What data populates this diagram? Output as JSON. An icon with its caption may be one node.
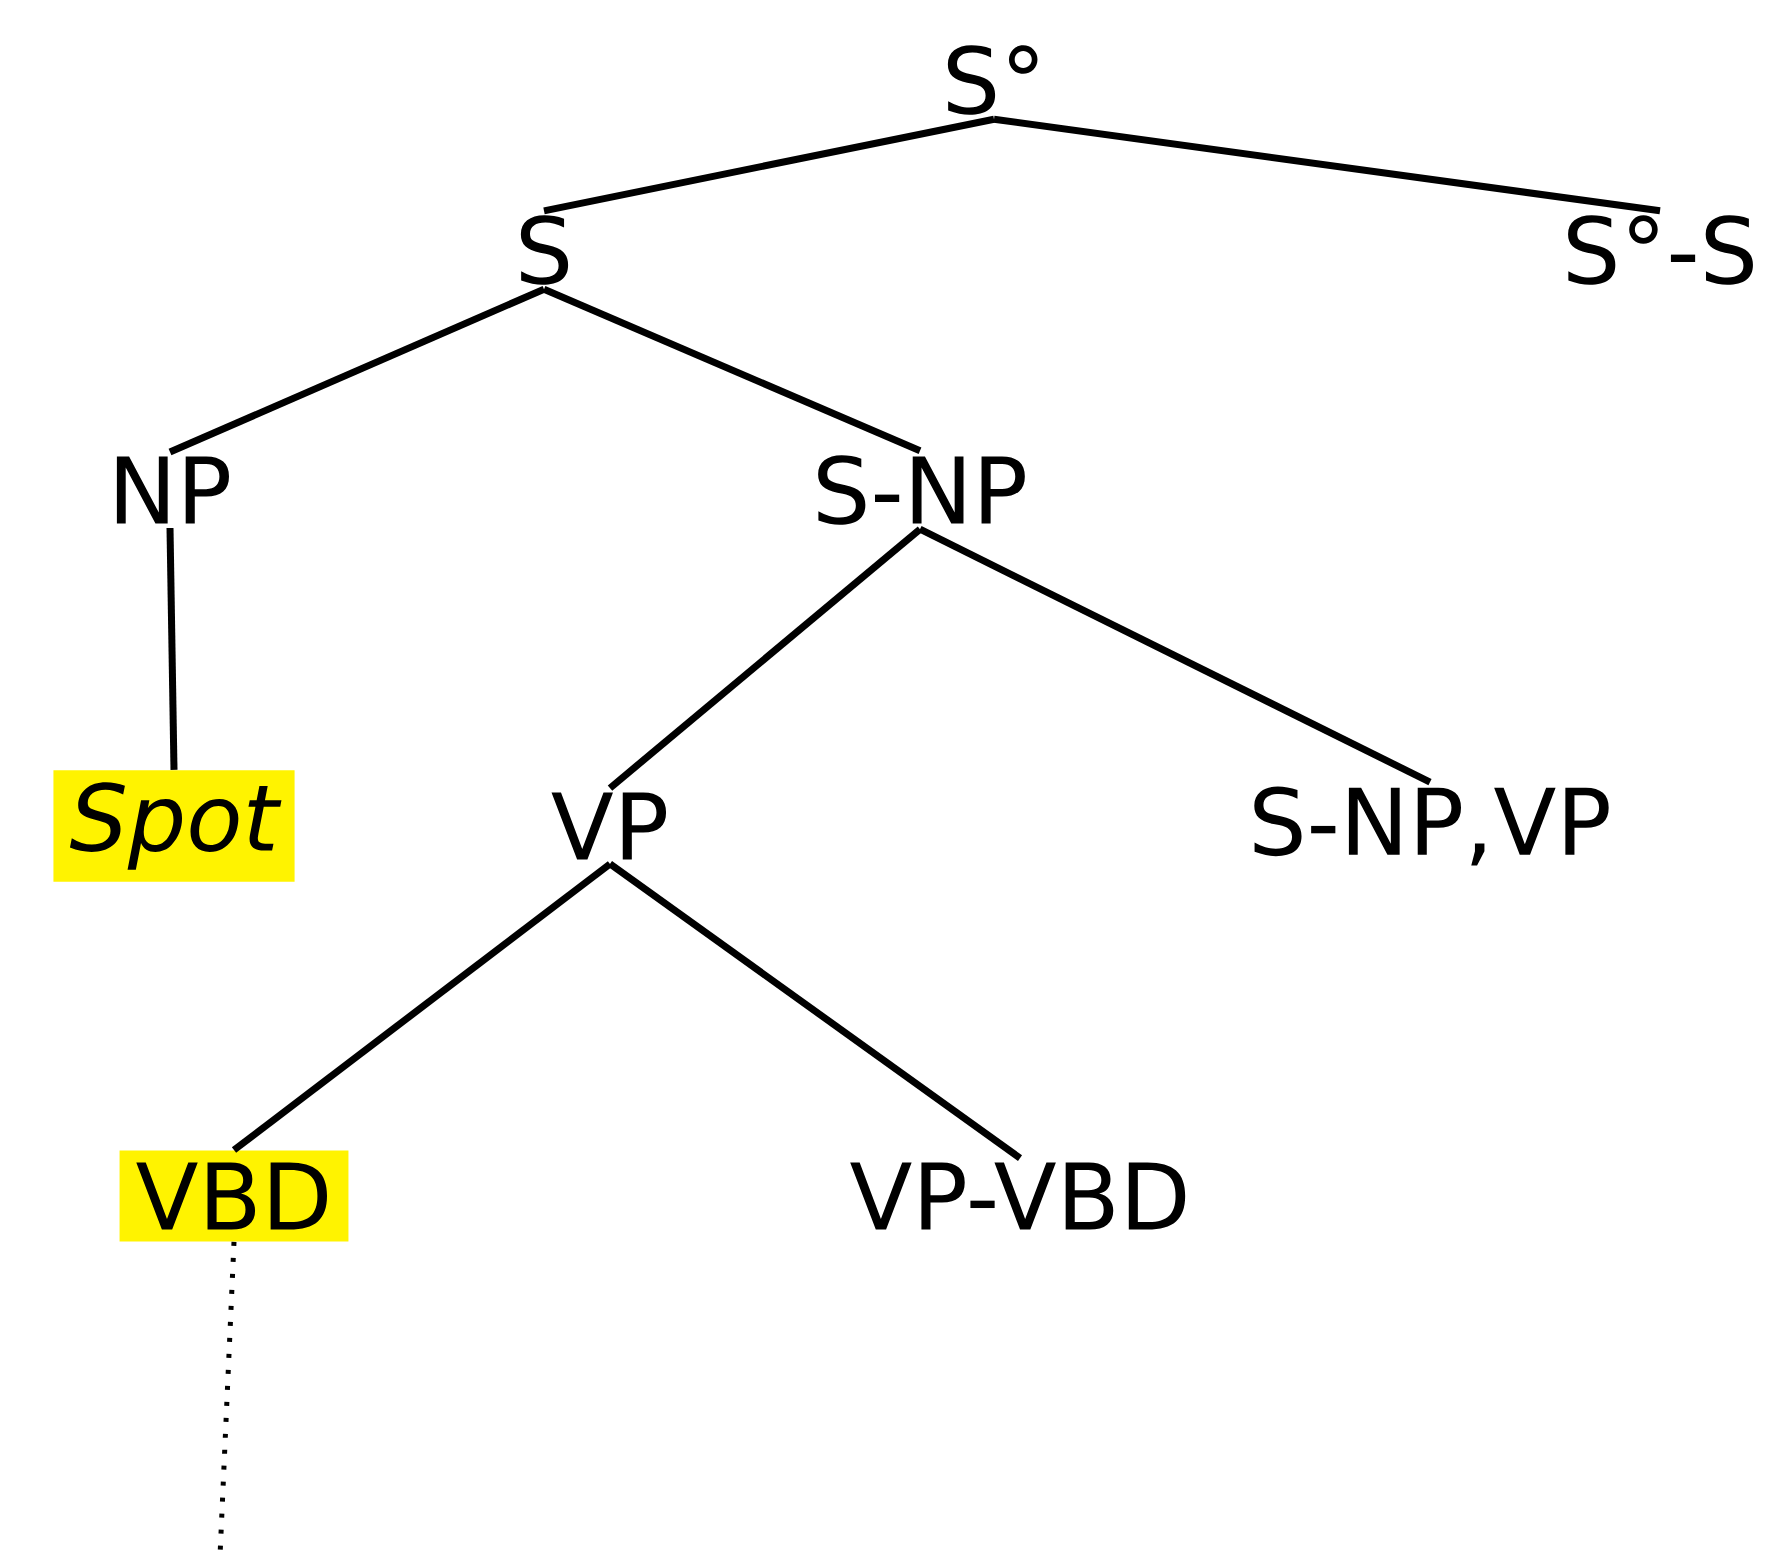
{
  "diagram": {
    "nodes": [
      {
        "text": [
          "S°"
        ]
      },
      {
        "text": [
          "S"
        ]
      },
      {
        "text": [
          "S°-S"
        ]
      },
      {
        "text": [
          "NP"
        ]
      },
      {
        "text": [
          "S-NP"
        ]
      },
      {
        "text": [
          "Spot"
        ]
      },
      {
        "text": [
          "VP"
        ]
      },
      {
        "text": [
          "S-NP,VP"
        ]
      },
      {
        "text": [
          "VBD"
        ]
      },
      {
        "text": [
          "VP-VBD"
        ]
      }
    ],
    "edges": [
      {
        "from": 0,
        "to": 1,
        "arrow": "none"
      },
      {
        "from": 0,
        "to": 2,
        "arrow": "none"
      },
      {
        "from": 1,
        "to": 3,
        "arrow": "none"
      },
      {
        "from": 1,
        "to": 4,
        "arrow": "none"
      },
      {
        "from": 3,
        "to": 5,
        "arrow": "none"
      },
      {
        "from": 4,
        "to": 6,
        "arrow": "none"
      },
      {
        "from": 4,
        "to": 7,
        "arrow": "none"
      },
      {
        "from": 6,
        "to": 8,
        "arrow": "none"
      },
      {
        "from": 6,
        "to": 9,
        "arrow": "none"
      },
      {
        "from": 8,
        "to": null,
        "arrow": "none",
        "style": "dashed"
      }
    ]
  }
}
